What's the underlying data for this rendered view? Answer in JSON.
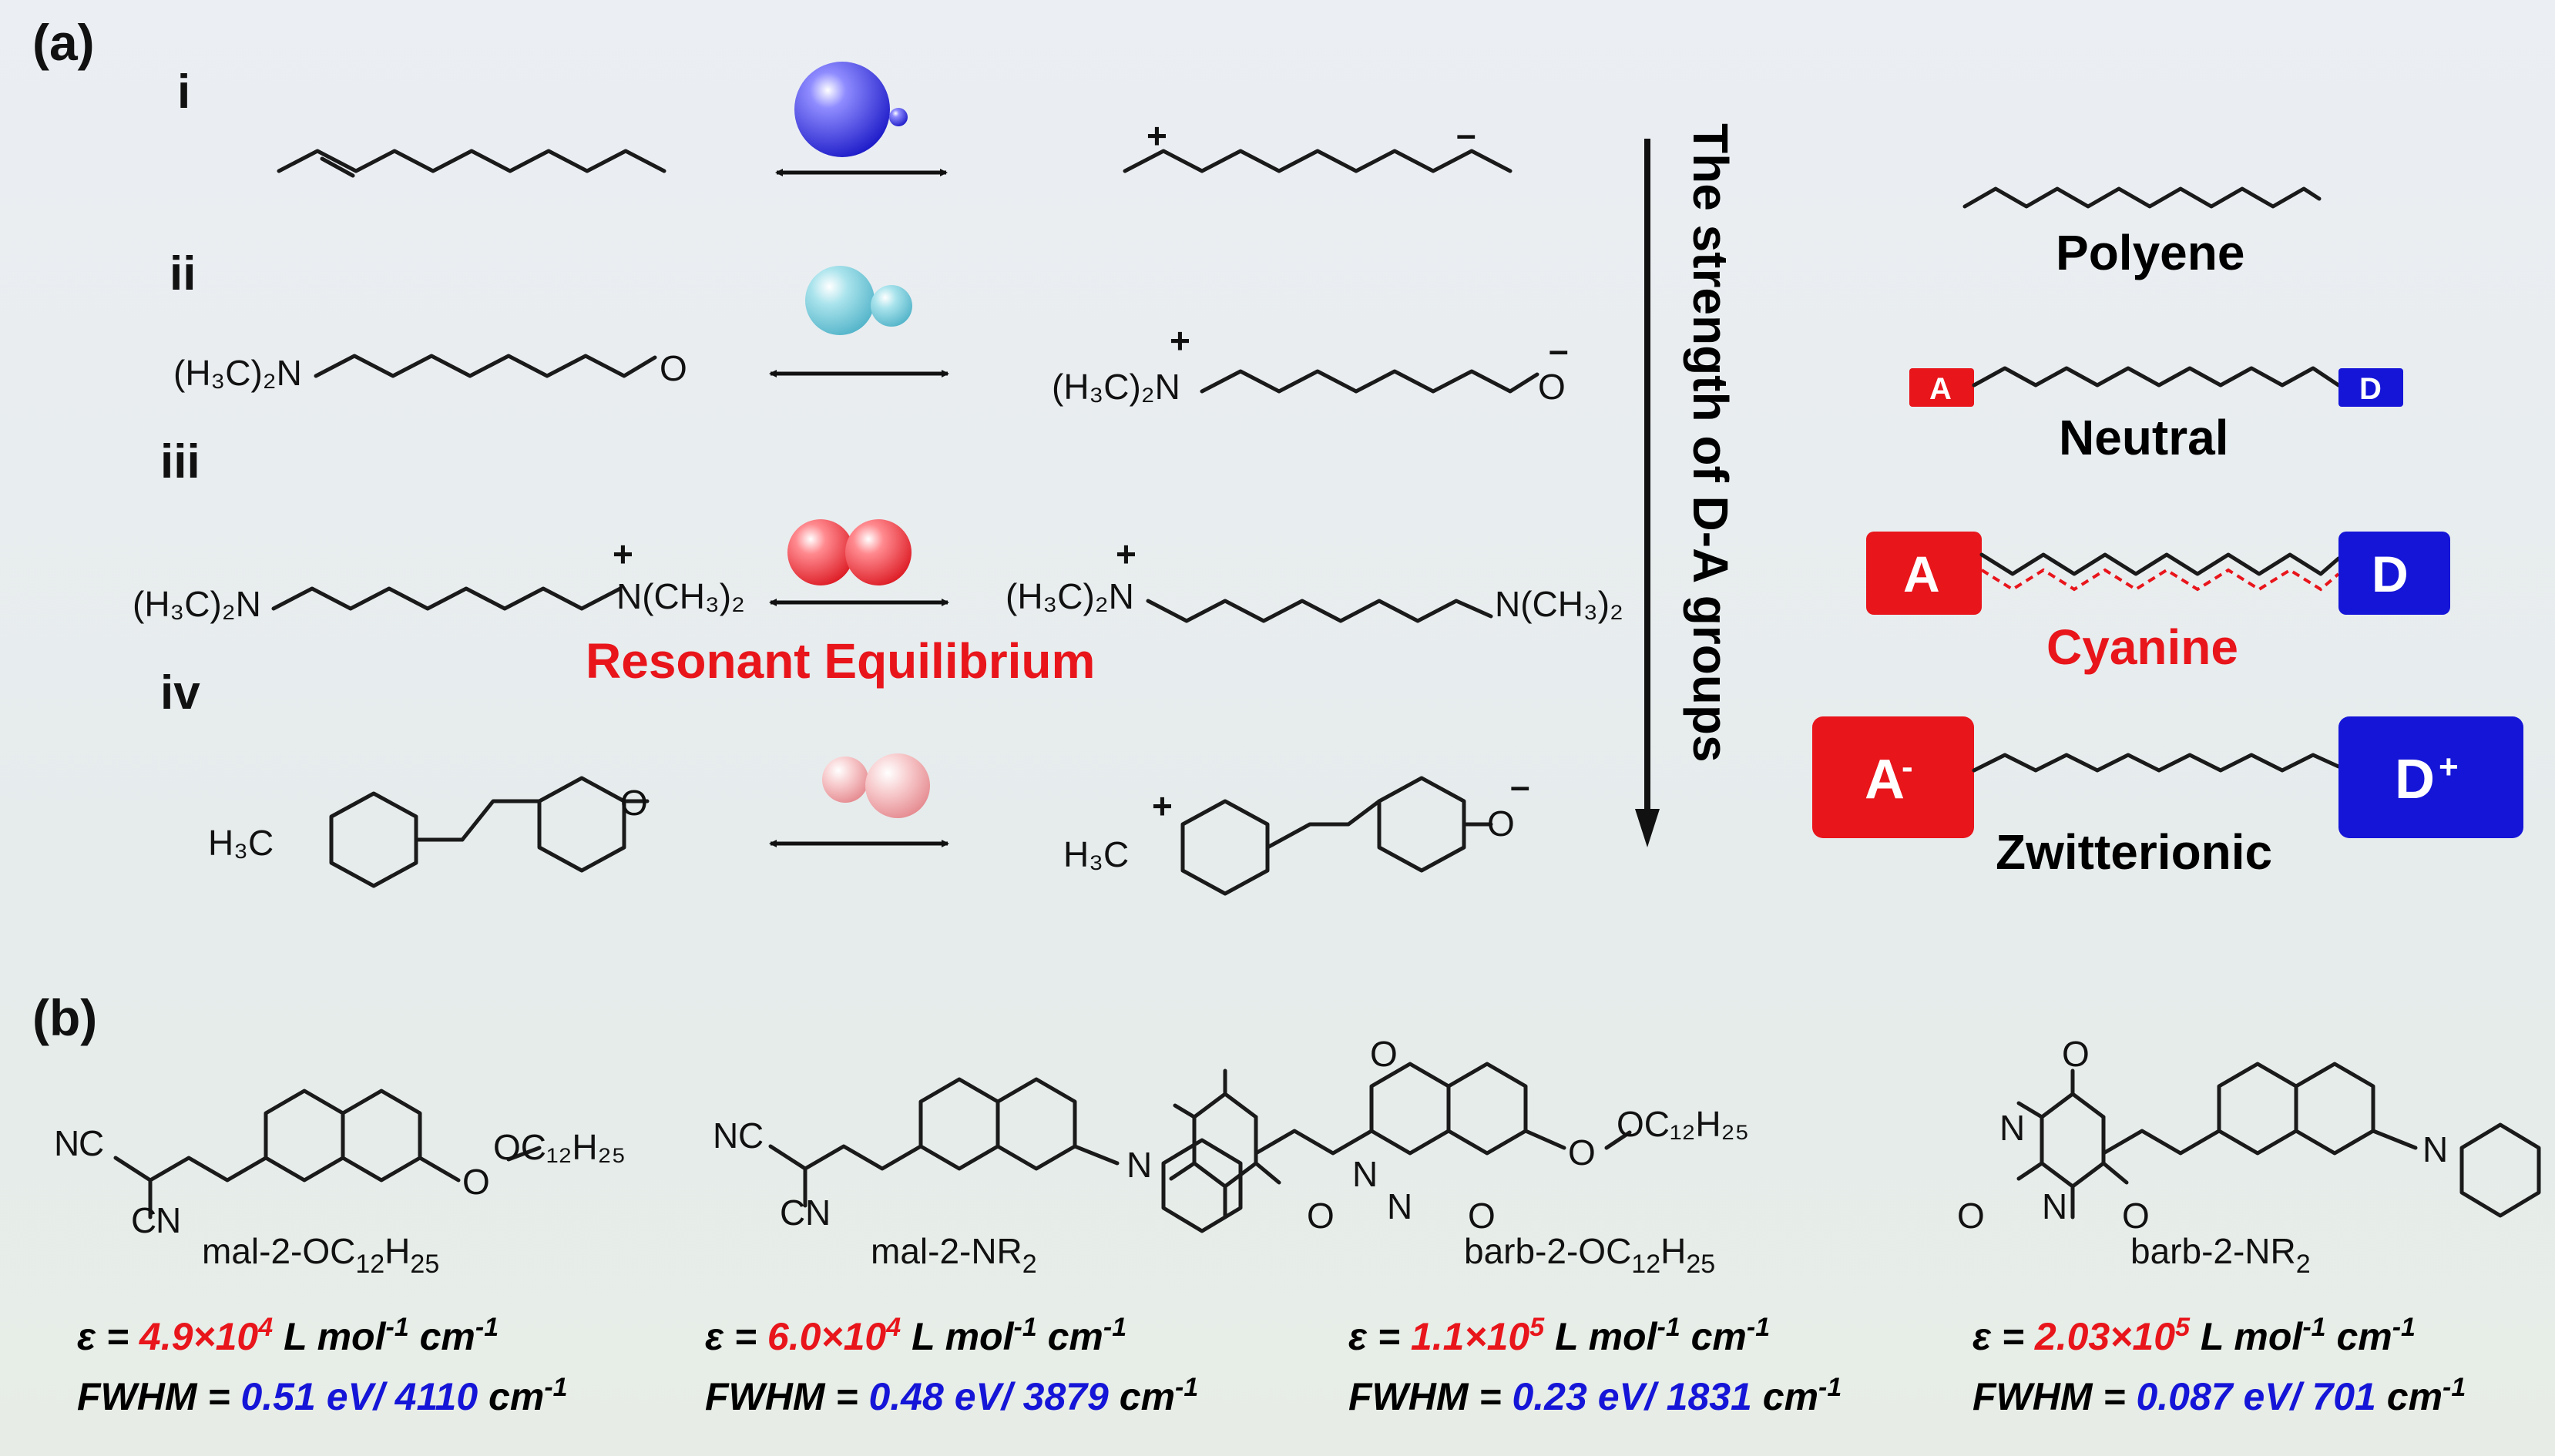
{
  "panel_a": {
    "label": "(a)",
    "rows": [
      {
        "roman": "i"
      },
      {
        "roman": "ii",
        "left_group": "(H₃C)₂N",
        "right_group": "(H₃C)₂N"
      },
      {
        "roman": "iii",
        "left_group": "(H₃C)₂N",
        "right_group": "(H₃C)₂N",
        "left_end": "N(CH₃)₂",
        "right_end": "N(CH₃)₂"
      },
      {
        "roman": "iv",
        "left_group": "H₃C",
        "right_group": "H₃C"
      }
    ],
    "resonant_label": "Resonant Equilibrium",
    "axis_label": "The strength of D-A groups",
    "legend": [
      {
        "name": "Polyene"
      },
      {
        "name": "Neutral",
        "acceptor": "A",
        "donor": "D"
      },
      {
        "name": "Cyanine",
        "acceptor": "A",
        "donor": "D"
      },
      {
        "name": "Zwitterionic",
        "acceptor": "A",
        "acceptor_charge": "-",
        "donor": "D",
        "donor_charge": "+"
      }
    ]
  },
  "panel_b": {
    "label": "(b)",
    "compounds": [
      {
        "name": "mal-2-OC",
        "name_sub1": "12",
        "name_mid": "H",
        "name_sub2": "25",
        "substituent": "OC₁₂H₂₅",
        "eps_prefix": "ε = ",
        "eps_value": "4.9×10",
        "eps_exp": "4",
        "eps_unit": " L mol",
        "fwhm_prefix": "FWHM = ",
        "fwhm_value": "0.51 eV/ 4110",
        "fwhm_unit": " cm"
      },
      {
        "name": "mal-2-NR",
        "name_sub1": "2",
        "substituent": "N",
        "eps_prefix": "ε = ",
        "eps_value": "6.0×10",
        "eps_exp": "4",
        "eps_unit": " L mol",
        "fwhm_prefix": "FWHM = ",
        "fwhm_value": "0.48 eV/ 3879",
        "fwhm_unit": " cm"
      },
      {
        "name": "barb-2-OC",
        "name_sub1": "12",
        "name_mid": "H",
        "name_sub2": "25",
        "substituent": "OC₁₂H₂₅",
        "eps_prefix": "ε = ",
        "eps_value": "1.1×10",
        "eps_exp": "5",
        "eps_unit": " L mol",
        "fwhm_prefix": "FWHM = ",
        "fwhm_value": "0.23 eV/ 1831",
        "fwhm_unit": " cm"
      },
      {
        "name": "barb-2-NR",
        "name_sub1": "2",
        "substituent": "N",
        "eps_prefix": "ε = ",
        "eps_value": "2.03×10",
        "eps_exp": "5",
        "eps_unit": " L mol",
        "fwhm_prefix": "FWHM = ",
        "fwhm_value": "0.087 eV/ 701",
        "fwhm_unit": " cm"
      }
    ]
  },
  "colors": {
    "red": "#e8151b",
    "blue": "#1515d8",
    "text": "#111111"
  }
}
